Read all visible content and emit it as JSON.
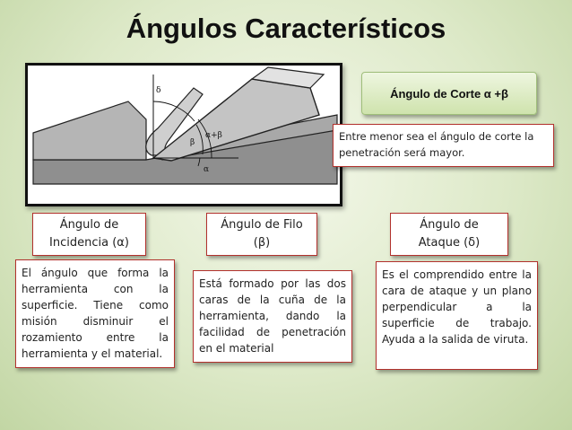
{
  "title": "Ángulos Característicos",
  "figure": {
    "labels": {
      "delta": "δ",
      "beta": "β",
      "alpha_beta": "α+β",
      "alpha": "α"
    }
  },
  "corte": {
    "label": "Ángulo de Corte  α +β",
    "text": "Entre menor sea el ángulo de corte la penetración será mayor."
  },
  "incidencia": {
    "header_line1": "Ángulo de",
    "header_line2": "Incidencia (α)",
    "text": "El ángulo que forma la herramienta con la superficie. Tiene como misión disminuir el rozamiento entre la herramienta y el material."
  },
  "filo": {
    "header_line1": "Ángulo de Filo",
    "header_line2": "(β)",
    "text": "Está formado por las dos caras de la cuña de la herramienta, dando la facilidad de penetración en el material"
  },
  "ataque": {
    "header_line1": "Ángulo de",
    "header_line2": "Ataque (δ)",
    "text": "Es el comprendido entre la cara de ataque y un plano perpendicular a la superficie de trabajo. Ayuda a la salida de viruta."
  }
}
